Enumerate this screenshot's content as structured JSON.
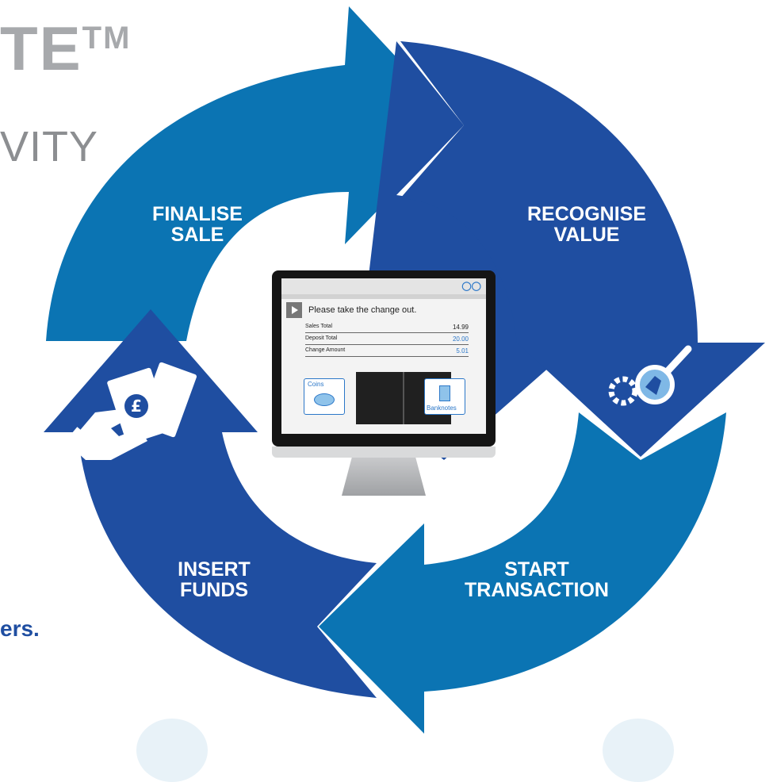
{
  "background": {
    "title": "TE",
    "trademark": "TM",
    "subtitle": "VITY",
    "tagline": "ers."
  },
  "colors": {
    "dark_blue": "#1f4ea1",
    "medium_blue": "#0b74b3",
    "grey_text": "#a7a9ac",
    "screen_accent": "#2b77c8"
  },
  "steps": [
    {
      "line1": "FINALISE",
      "line2": "SALE"
    },
    {
      "line1": "RECOGNISE",
      "line2": "VALUE"
    },
    {
      "line1": "START",
      "line2": "TRANSACTION"
    },
    {
      "line1": "INSERT",
      "line2": "FUNDS"
    }
  ],
  "icons": {
    "recognise": "magnifier-gear-icon",
    "insert": "hand-banknotes-icon"
  },
  "screen": {
    "message": "Please take the change out.",
    "rows": [
      {
        "label": "Sales Total",
        "value": "14.99"
      },
      {
        "label": "Deposit Total",
        "value": "20.00"
      },
      {
        "label": "Change Amount",
        "value": "5.01"
      }
    ],
    "coins_label": "Coins",
    "banknotes_label": "Banknotes"
  }
}
